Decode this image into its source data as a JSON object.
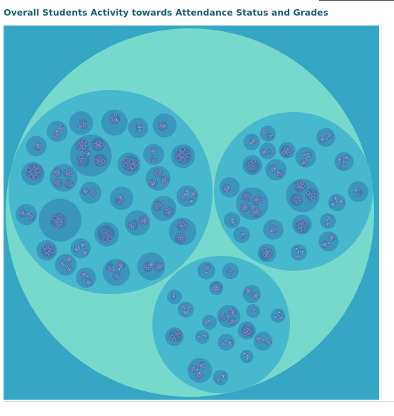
{
  "header": {
    "title": "Overall Students Activity towards Attendance Status and Grades"
  },
  "colors": {
    "background": "#35a7c4",
    "root": "#77d9cc",
    "group": "#47b9ce",
    "subgroup": "#3a96bd",
    "cluster": "#3d7dae",
    "leaf": "#5d5fa0",
    "leaf_stroke": "#c9cde6"
  },
  "chart_data": {
    "type": "circle-packing",
    "title": "Overall Students Activity towards Attendance Status and Grades",
    "groups": [
      {
        "subgroups": [
          {
            "clusters": 5
          },
          {
            "clusters": 3
          },
          {
            "clusters": 2
          },
          {
            "clusters": 6
          },
          {
            "clusters": 1
          },
          {
            "clusters": 2
          },
          {
            "clusters": 3
          },
          {
            "clusters": 5
          },
          {
            "clusters": 3
          },
          {
            "clusters": 1
          },
          {
            "clusters": 4
          },
          {
            "clusters": 2
          },
          {
            "clusters": 2
          },
          {
            "clusters": 3
          },
          {
            "clusters": 1
          },
          {
            "clusters": 6
          },
          {
            "clusters": 2
          },
          {
            "clusters": 3
          },
          {
            "clusters": 1
          },
          {
            "clusters": 2
          },
          {
            "clusters": 4
          },
          {
            "clusters": 5
          },
          {
            "clusters": 2
          },
          {
            "clusters": 3
          },
          {
            "clusters": 1
          },
          {
            "clusters": 2
          },
          {
            "clusters": 4
          },
          {
            "clusters": 3
          }
        ]
      },
      {
        "subgroups": [
          {
            "clusters": 3
          },
          {
            "clusters": 5
          },
          {
            "clusters": 2
          },
          {
            "clusters": 4
          },
          {
            "clusters": 1
          },
          {
            "clusters": 3
          },
          {
            "clusters": 2
          },
          {
            "clusters": 4
          },
          {
            "clusters": 2
          },
          {
            "clusters": 3
          },
          {
            "clusters": 1
          },
          {
            "clusters": 5
          },
          {
            "clusters": 2
          },
          {
            "clusters": 3
          },
          {
            "clusters": 2
          },
          {
            "clusters": 4
          },
          {
            "clusters": 1
          },
          {
            "clusters": 2
          },
          {
            "clusters": 3
          },
          {
            "clusters": 2
          },
          {
            "clusters": 1
          },
          {
            "clusters": 2
          }
        ]
      },
      {
        "subgroups": [
          {
            "clusters": 5
          },
          {
            "clusters": 3
          },
          {
            "clusters": 2
          },
          {
            "clusters": 4
          },
          {
            "clusters": 1
          },
          {
            "clusters": 3
          },
          {
            "clusters": 4
          },
          {
            "clusters": 2
          },
          {
            "clusters": 3
          },
          {
            "clusters": 2
          },
          {
            "clusters": 5
          },
          {
            "clusters": 1
          },
          {
            "clusters": 2
          },
          {
            "clusters": 3
          },
          {
            "clusters": 2
          },
          {
            "clusters": 1
          },
          {
            "clusters": 2
          },
          {
            "clusters": 3
          }
        ]
      }
    ]
  }
}
